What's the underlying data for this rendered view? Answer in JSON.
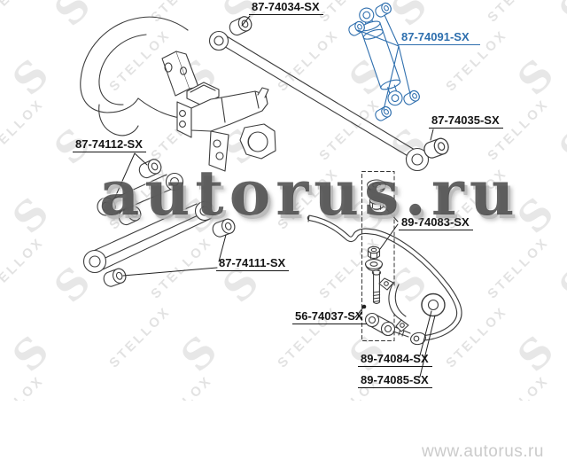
{
  "meta": {
    "description": "Rear suspension exploded parts diagram",
    "accent_color": "#2e6fae",
    "line_color": "#3d3d3d"
  },
  "watermarks": {
    "tile_text": "STELLOX",
    "tile_logo_letter": "S",
    "center_text": "autorus.ru",
    "corner_url": "www.autorus.ru"
  },
  "part_labels": [
    {
      "part_number": "87-74034-SX",
      "style": "black"
    },
    {
      "part_number": "87-74091-SX",
      "style": "blue"
    },
    {
      "part_number": "87-74035-SX",
      "style": "black"
    },
    {
      "part_number": "87-74112-SX",
      "style": "black"
    },
    {
      "part_number": "87-74111-SX",
      "style": "black"
    },
    {
      "part_number": "89-74083-SX",
      "style": "black"
    },
    {
      "part_number": "56-74037-SX",
      "style": "black"
    },
    {
      "part_number": "89-74084-SX",
      "style": "black"
    },
    {
      "part_number": "89-74085-SX",
      "style": "black"
    }
  ]
}
